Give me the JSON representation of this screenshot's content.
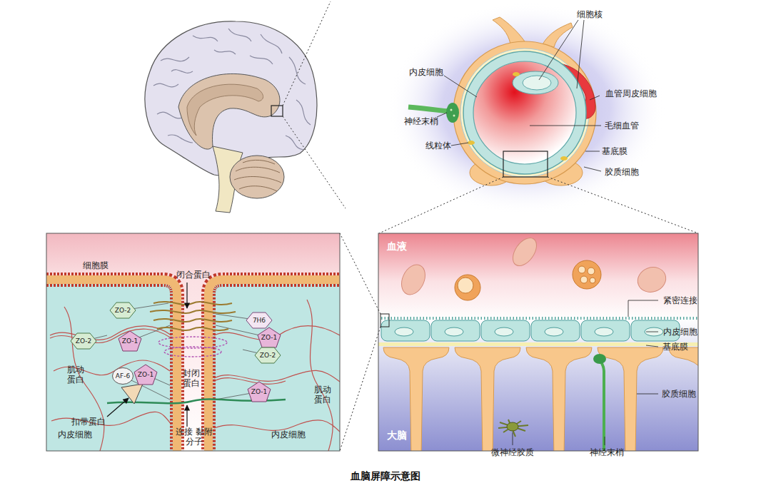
{
  "diagram": {
    "caption": "血脑屏障示意图",
    "nodes": [
      {
        "text": [
          "ZO-2"
        ]
      },
      {
        "text": [
          "7H6"
        ]
      },
      {
        "text": [
          "ZO-1"
        ]
      },
      {
        "text": [
          "ZO-2"
        ]
      },
      {
        "text": [
          "ZO-1"
        ]
      },
      {
        "text": [
          "ZO-2"
        ]
      },
      {
        "text": [
          "AF-6"
        ]
      },
      {
        "text": [
          "ZO-1"
        ]
      },
      {
        "text": [
          "ZO-1"
        ]
      }
    ],
    "labels": [
      "细胞核",
      "内皮细胞",
      "血管周皮细胞",
      "神经末梢",
      "毛细血管",
      "线粒体",
      "基底膜",
      "胶质细胞",
      "细胞膜",
      "闭合蛋白",
      "肌动 蛋白",
      "肌动 蛋白",
      "封闭 蛋白",
      "扣带蛋白",
      "连接 黏附分子",
      "内皮细胞",
      "内皮细胞",
      "血液",
      "紧密连接",
      "内皮细胞",
      "基底膜",
      "胶质细胞",
      "大脑",
      "微神经胶质",
      "神经末梢"
    ]
  }
}
